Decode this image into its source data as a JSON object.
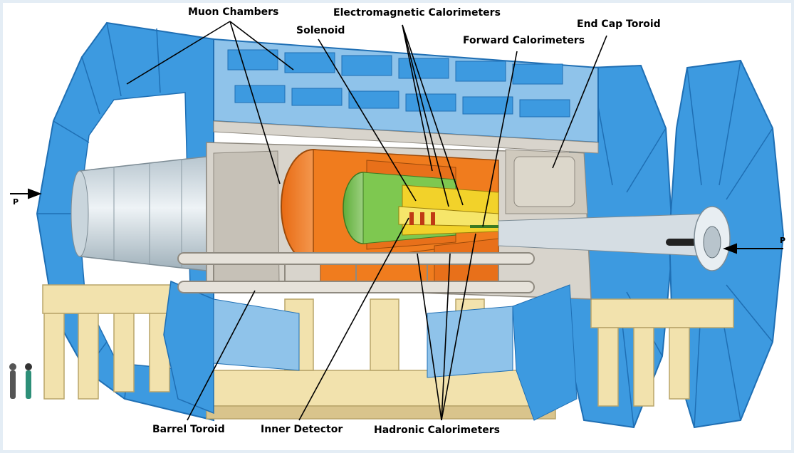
{
  "labels": {
    "muon_chambers": "Muon Chambers",
    "electromagnetic_calorimeters": "Electromagnetic Calorimeters",
    "solenoid": "Solenoid",
    "forward_calorimeters": "Forward Calorimeters",
    "end_cap_toroid": "End Cap Toroid",
    "barrel_toroid": "Barrel Toroid",
    "inner_detector": "Inner Detector",
    "hadronic_calorimeters": "Hadronic Calorimeters"
  },
  "beam_labels": {
    "left": "P",
    "right": "P"
  },
  "colors": {
    "muon_blue": "#3d9ae0",
    "muon_blue_dark": "#1f6fb4",
    "support_beige": "#f2e2ad",
    "structure_grey": "#d8d4cc",
    "em_calo_orange": "#f07c1e",
    "solenoid_green": "#7ec850",
    "inner_detector_yellow": "#f2d22a",
    "border": "#e4edf5"
  }
}
